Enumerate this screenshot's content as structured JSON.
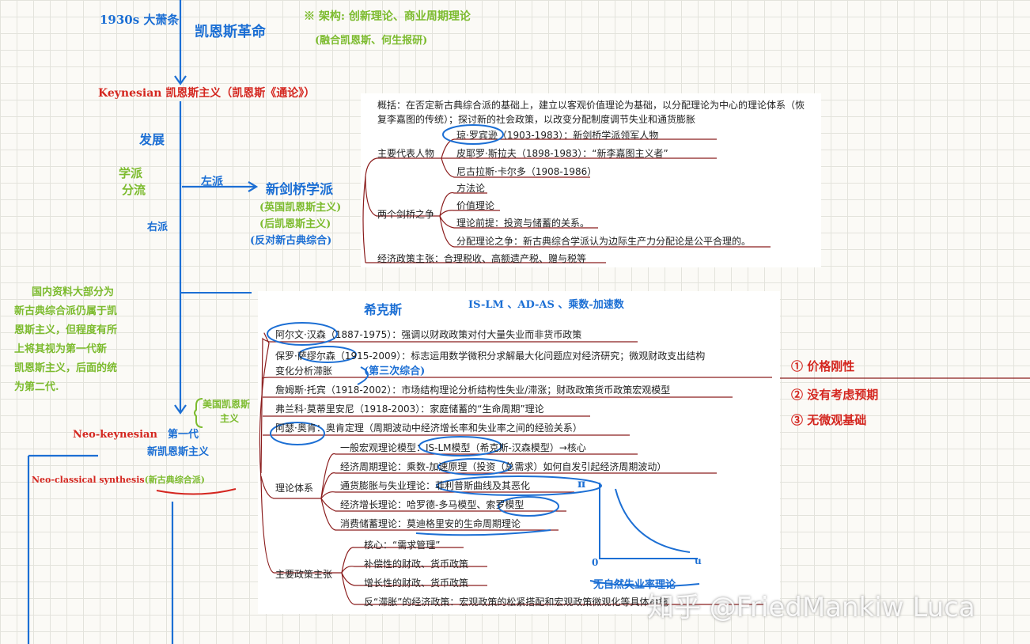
{
  "notes": {
    "crisis_1930s": "1930s 大萧条",
    "keynes_revolution": "凯恩斯革命",
    "framework": "※ 架构: 创新理论、商业周期理论",
    "framework_sub": "(融合凯恩斯、何生报研)",
    "keynesianism": "Keynesian 凯恩斯主义（凯恩斯《通论》）",
    "develop": "发展",
    "split_1": "学派",
    "split_2": "分流",
    "left_wing": "左派",
    "right_wing": "右派",
    "new_cambridge": "新剑桥学派",
    "nc_sub1": "(英国凯恩斯主义)",
    "nc_sub2": "(后凯恩斯主义)",
    "nc_sub3": "(反对新古典综合)",
    "green_note": [
      "国内资料大部分为",
      "新古典综合派仍属于凯",
      "恩斯主义，但程度有所",
      "上将其视为第一代新",
      "凯恩斯主义，后面的统",
      "为第二代."
    ],
    "hicks": "希克斯",
    "hicks_models": "IS-LM 、AD-AS 、乘数-加速数",
    "third_synthesis": "(第三次综合)",
    "american_keynes_1": "美国凯恩斯",
    "american_keynes_2": "主义",
    "neo_keynesian": "Neo-keynesian",
    "first_gen_1": "第一代",
    "first_gen_2": "新凯恩斯主义",
    "neo_classical": "Neo-classical synthesis",
    "neo_classical_cn": "(新古典综合派)",
    "flaw_1": "① 价格刚性",
    "flaw_2": "② 没有考虑预期",
    "flaw_3": "③ 无微观基础",
    "graph_y": "π",
    "graph_origin": "0",
    "graph_x": "u",
    "no_natural_rate": "无自然失业率理论"
  },
  "cambridge_card": {
    "summary_1": "概括：在否定新古典综合派的基础上，建立以客观价值理论为基础，以分配理论为中心的理论体系（恢",
    "summary_2": "复李嘉图的传统）；探讨新的社会政策，以改变分配制度调节失业和通货膨胀",
    "reps_label": "主要代表人物",
    "rep_1": "琼·罗宾逊（1903-1983）：新剑桥学派领军人物",
    "rep_2": "皮耶罗·斯拉夫（1898-1983）：“新李嘉图主义者”",
    "rep_3": "尼古拉斯·卡尔多（1908-1986）",
    "debate_label": "两个剑桥之争",
    "debate_1": "方法论",
    "debate_2": "价值理论",
    "debate_3": "理论前提：投资与储蓄的关系。",
    "debate_4": "分配理论之争：新古典综合学派认为边际生产力分配论是公平合理的。",
    "policy": "经济政策主张：合理税收、高额遗产税、赠与税等"
  },
  "synthesis_card": {
    "p1": "阿尔文·汉森（1887-1975）：强调以财政政策对付大量失业而非货币政策",
    "p2a": "保罗·萨缪尔森（1915-2009）：标志运用数学微积分求解最大化问题应对经济研究；微观财政支出结构",
    "p2b": "变化分析滞胀",
    "p3": "詹姆斯·托宾（1918-2002）：市场结构理论分析结构性失业/滞涨；财政政策货币政策宏观模型",
    "p4": "弗兰科·莫蒂里安尼（1918-2003）：家庭储蓄的“生命周期”理论",
    "p5": "阿瑟·奥肯：奥肯定理（周期波动中经济增长率和失业率之间的经验关系）",
    "theory_label": "理论体系",
    "th1": "一般宏观理论模型：IS-LM模型（希克斯-汉森模型）→核心",
    "th2": "经济周期理论：乘数-加速原理（投资（总需求）如何自发引起经济周期波动）",
    "th3": "通货膨胀与失业理论：菲利普斯曲线及其恶化",
    "th4": "经济增长理论：哈罗德-多马模型、索罗模型",
    "th5": "消费储蓄理论：莫迪格里安的生命周期理论",
    "policy_label": "主要政策主张",
    "pol1": "核心：“需求管理”",
    "pol2": "补偿性的财政、货币政策",
    "pol3": "增长性的财政、货币政策",
    "pol4": "反“滞胀”的经济政策：宏观政策的松紧搭配和宏观政策微观化等具体措施"
  },
  "watermark": "知乎 @FriedMankiw Luca",
  "colors": {
    "blue": "#1c6fd4",
    "green": "#7cbb2e",
    "red": "#d4261f",
    "navy": "#16307a"
  }
}
